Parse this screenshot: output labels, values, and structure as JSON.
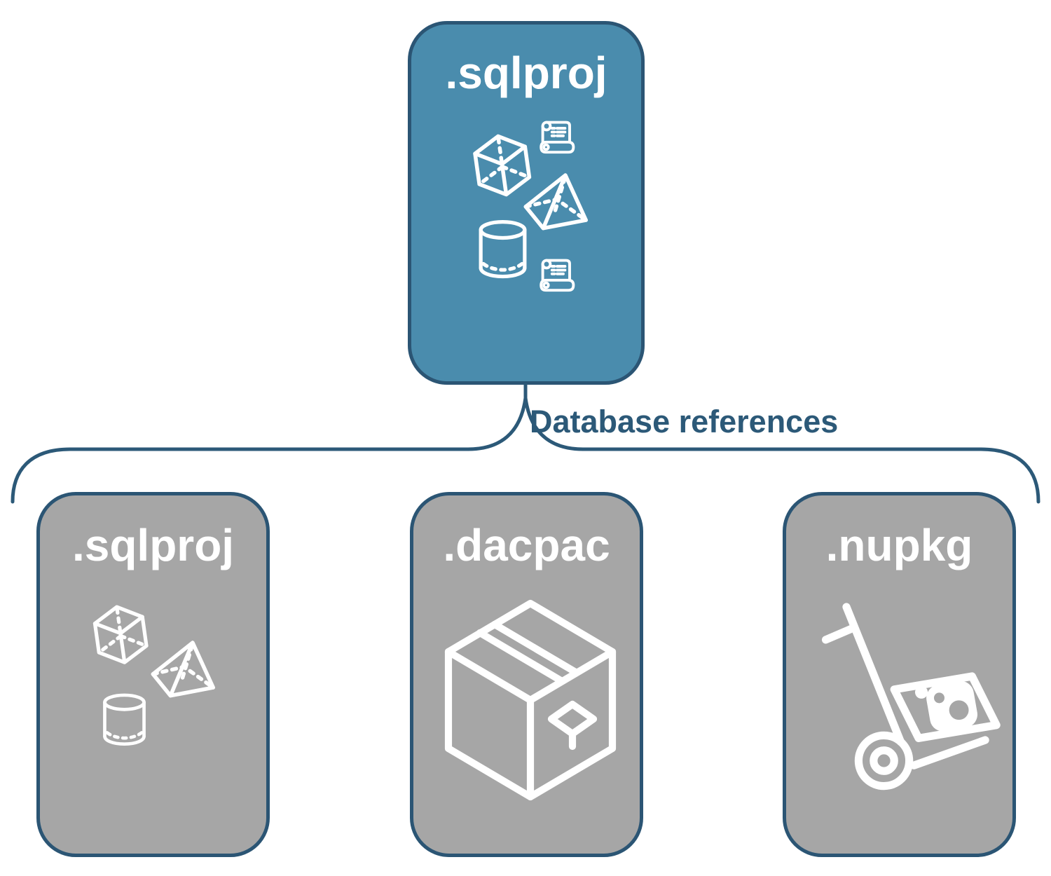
{
  "colors": {
    "background": "#FFFFFF",
    "root_fill": "#4A8CAD",
    "child_fill": "#A6A6A6",
    "border_color": "#2B5574",
    "line_color": "#2C5978",
    "icon_color": "#FFFFFF"
  },
  "root": {
    "label": ".sqlproj",
    "icons": [
      "cube-icon",
      "scroll-icon",
      "pyramid-icon",
      "cylinder-icon",
      "scroll-icon"
    ]
  },
  "connector": {
    "label": "Database references"
  },
  "children": [
    {
      "id": "sqlproj",
      "label": ".sqlproj",
      "icons": [
        "cube-icon",
        "pyramid-icon",
        "cylinder-icon"
      ]
    },
    {
      "id": "dacpac",
      "label": ".dacpac",
      "icons": [
        "package-box-icon"
      ]
    },
    {
      "id": "nupkg",
      "label": ".nupkg",
      "icons": [
        "hand-truck-package-icon"
      ]
    }
  ]
}
